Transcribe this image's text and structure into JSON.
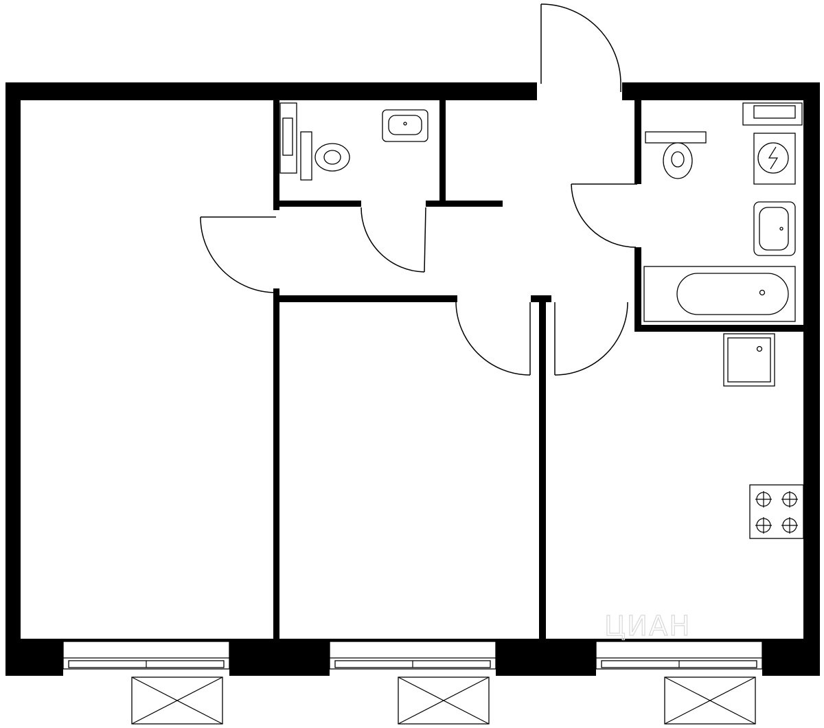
{
  "plan": {
    "watermark": "ЦИАН",
    "wall_color": "#000000",
    "background": "#ffffff",
    "rooms": [
      "room-left",
      "room-middle",
      "kitchen",
      "bathroom-wc",
      "bathroom-combined",
      "hallway"
    ],
    "icons": {
      "toilet": "toilet-icon",
      "sink": "sink-icon",
      "bathtub": "bathtub-icon",
      "washer": "washing-machine-icon",
      "stove": "stove-icon",
      "kitchen_sink": "kitchen-sink-icon",
      "window": "window-icon",
      "balcony": "balcony-icon"
    }
  }
}
